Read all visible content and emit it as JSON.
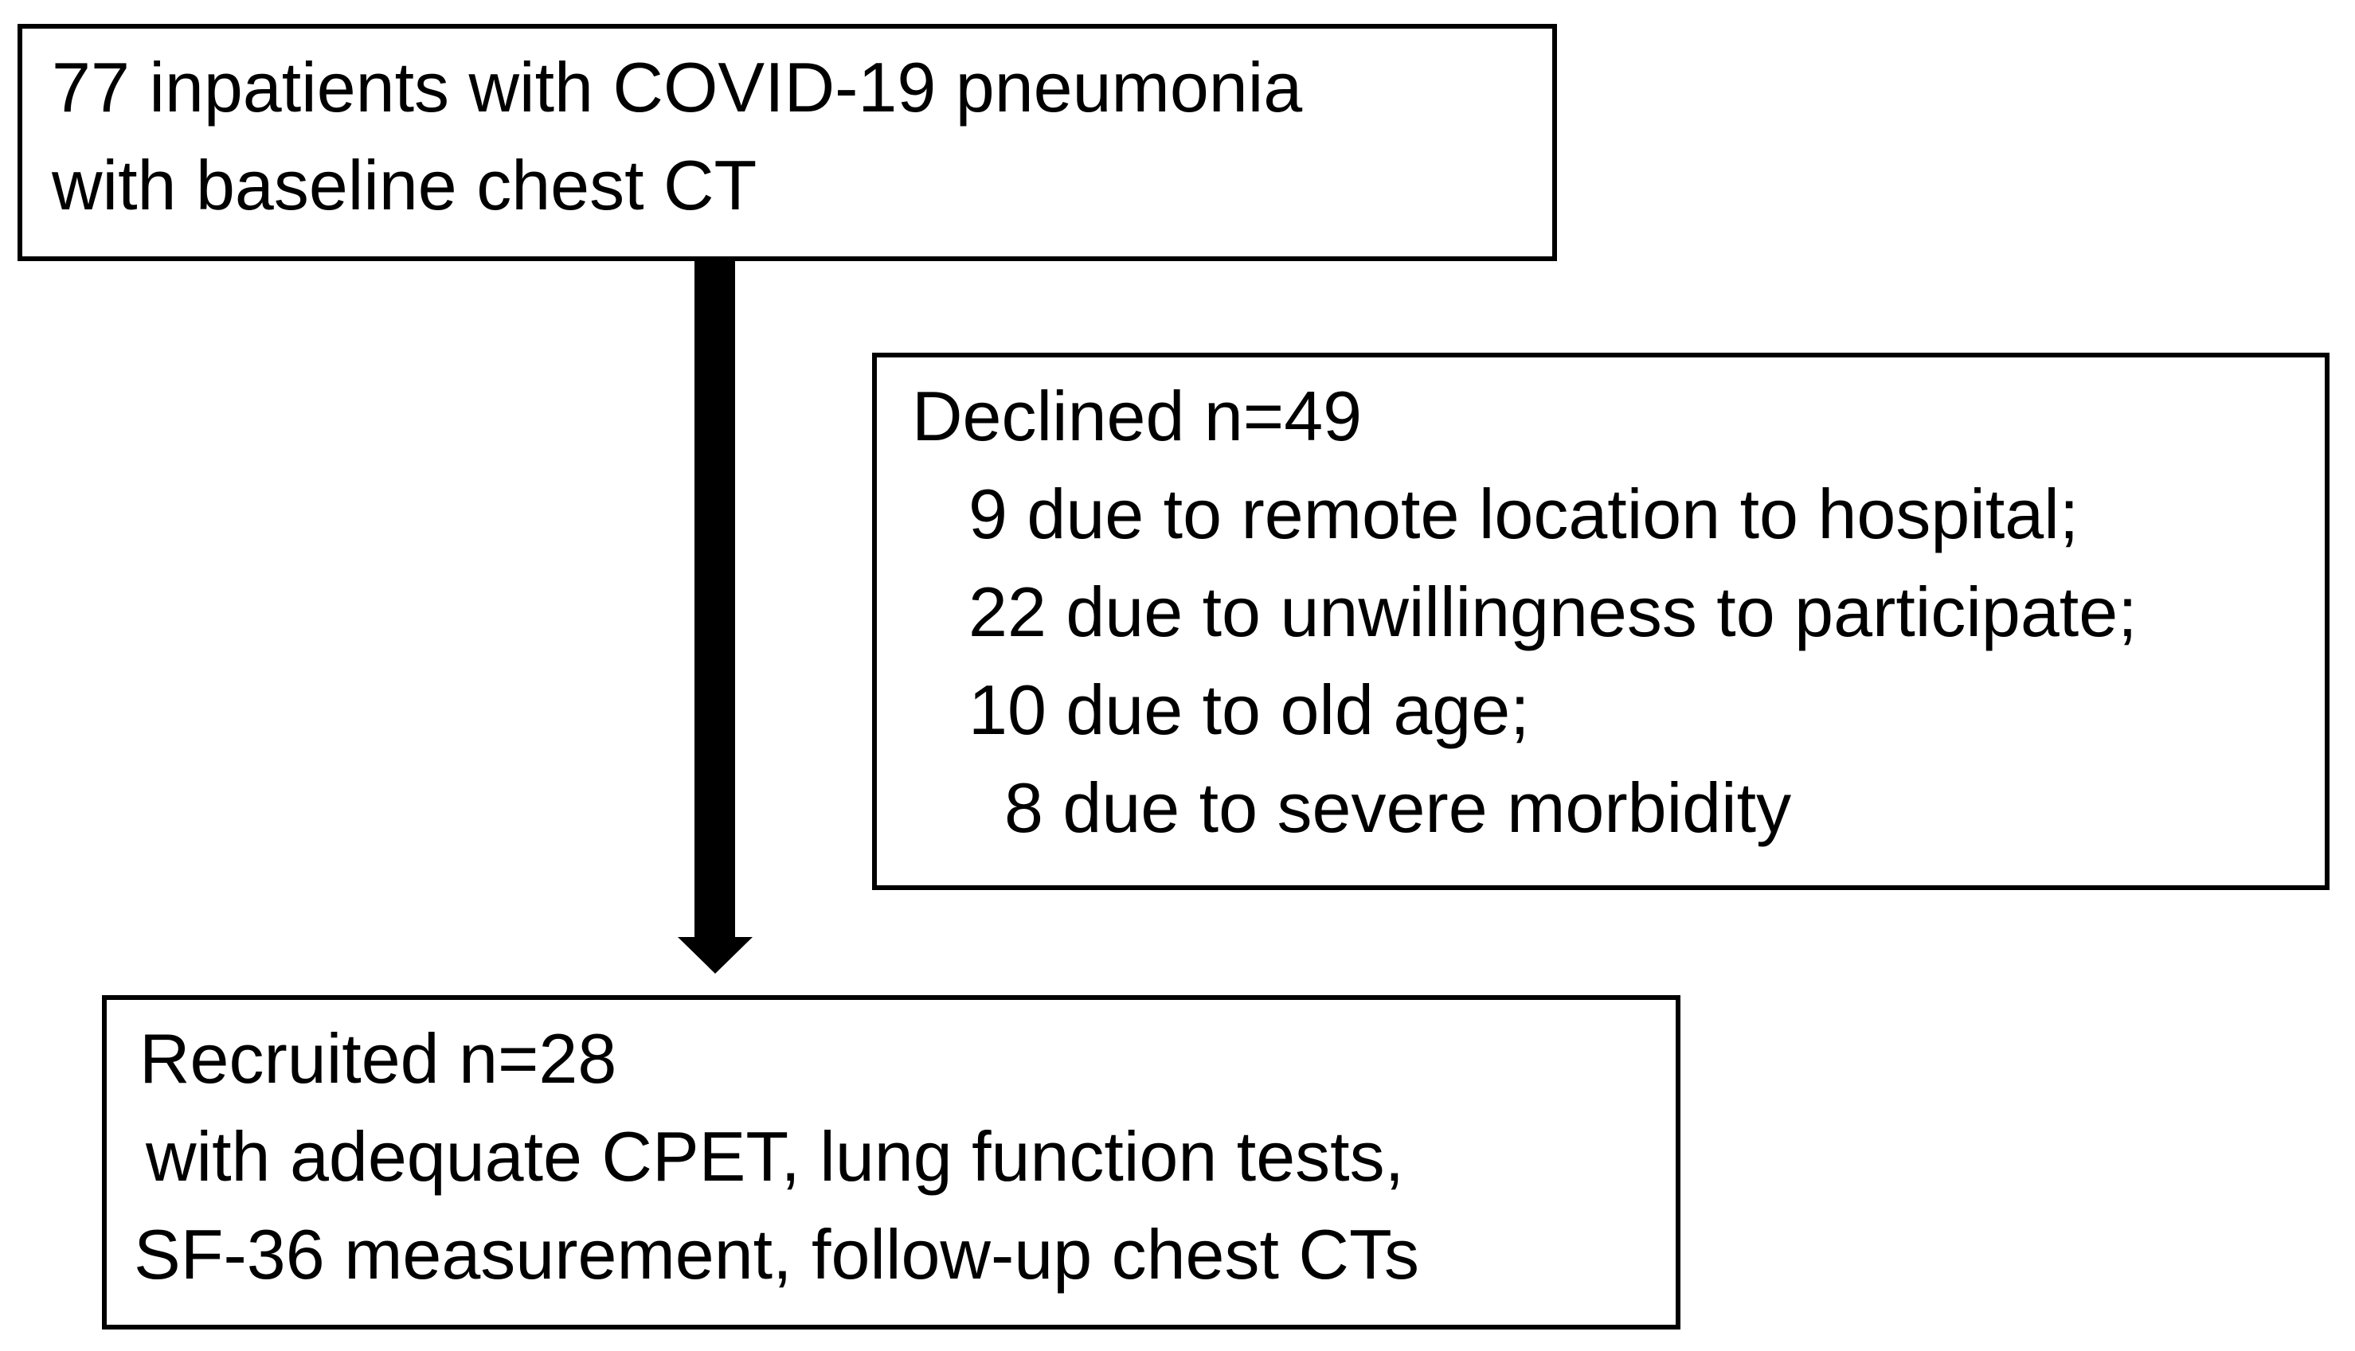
{
  "colors": {
    "background": "#ffffff",
    "border": "#000000",
    "text": "#000000",
    "arrow": "#000000"
  },
  "boxes": {
    "source": {
      "lines": [
        "77 inpatients with COVID-19 pneumonia",
        "with baseline chest CT"
      ]
    },
    "declined": {
      "lines": [
        "Declined n=49",
        "9 due to remote location to hospital;",
        "22 due to unwillingness to participate;",
        "10 due to old age;",
        "8 due to severe morbidity"
      ]
    },
    "recruited": {
      "lines": [
        "Recruited n=28",
        "with adequate CPET, lung function tests,",
        "SF-36 measurement, follow-up chest CTs"
      ]
    }
  },
  "arrow": {
    "direction": "down"
  }
}
